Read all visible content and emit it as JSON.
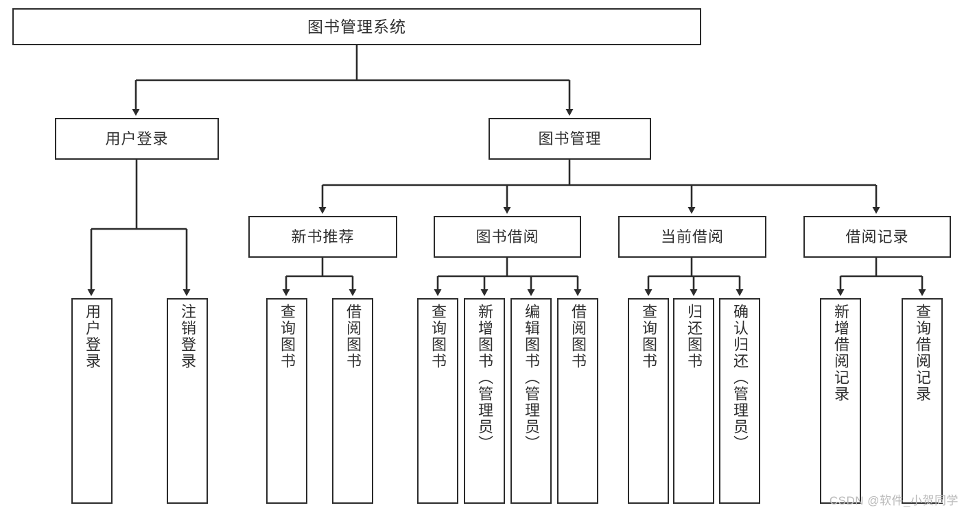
{
  "diagram": {
    "title": "图书管理系统",
    "type": "hierarchy-tree",
    "watermark": "CSDN @软件_小贺同学",
    "colors": {
      "stroke": "#2b2b2b",
      "text": "#2f2f2f",
      "background": "#ffffff",
      "watermark": "#b9b9b9"
    },
    "root": {
      "label": "图书管理系统"
    },
    "level2": [
      {
        "label": "用户登录"
      },
      {
        "label": "图书管理"
      }
    ],
    "level3": [
      {
        "label": "新书推荐"
      },
      {
        "label": "图书借阅"
      },
      {
        "label": "当前借阅"
      },
      {
        "label": "借阅记录"
      }
    ],
    "leaves": {
      "user_login": [
        {
          "label": "用户登录"
        },
        {
          "label": "注销登录"
        }
      ],
      "new_book": [
        {
          "label": "查询图书"
        },
        {
          "label": "借阅图书"
        }
      ],
      "book_borrow": [
        {
          "label": "查询图书"
        },
        {
          "label": "新增图书（管理员）"
        },
        {
          "label": "编辑图书（管理员）"
        },
        {
          "label": "借阅图书"
        }
      ],
      "current_borrow": [
        {
          "label": "查询图书"
        },
        {
          "label": "归还图书"
        },
        {
          "label": "确认归还（管理员）"
        }
      ],
      "borrow_record": [
        {
          "label": "新增借阅记录"
        },
        {
          "label": "查询借阅记录"
        }
      ]
    }
  }
}
